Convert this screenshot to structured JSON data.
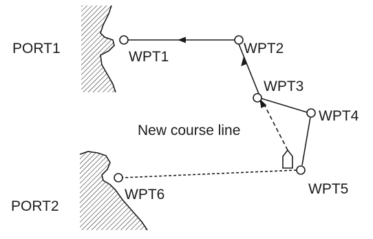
{
  "ports": [
    {
      "label": "PORT1"
    },
    {
      "label": "PORT2"
    }
  ],
  "waypoints": [
    {
      "id": "wpt1",
      "label": "WPT1"
    },
    {
      "id": "wpt2",
      "label": "WPT2"
    },
    {
      "id": "wpt3",
      "label": "WPT3"
    },
    {
      "id": "wpt4",
      "label": "WPT4"
    },
    {
      "id": "wpt5",
      "label": "WPT5"
    },
    {
      "id": "wpt6",
      "label": "WPT6"
    }
  ],
  "annotation": {
    "label": "New course line"
  },
  "route": {
    "solid_sequence": [
      "WPT5",
      "WPT4",
      "WPT3",
      "WPT2",
      "WPT1"
    ],
    "dashed_to_port2": [
      "WPT5",
      "WPT6"
    ],
    "new_course_target": "WPT3"
  },
  "colors": {
    "ink": "#1a1a1a",
    "background": "#ffffff"
  }
}
